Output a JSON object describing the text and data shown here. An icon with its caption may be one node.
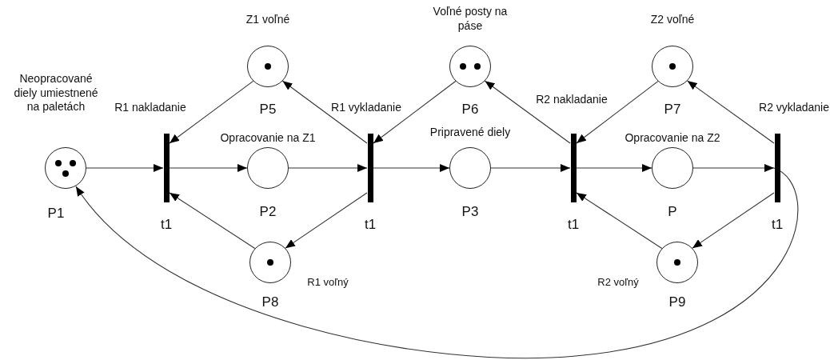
{
  "diagram": {
    "nodes": [
      {
        "text": [],
        "shape": "circle",
        "beside": [
          "Neopracované diely umiestnené na paletách",
          "P1"
        ]
      },
      {
        "text": [],
        "shape": "bar",
        "beside": [
          "R1 nakladanie",
          "t1"
        ]
      },
      {
        "text": [],
        "shape": "circle",
        "beside": [
          "Z1 voľné",
          "P5"
        ]
      },
      {
        "text": [],
        "shape": "circle",
        "beside": [
          "Opracovanie na Z1",
          "P2"
        ]
      },
      {
        "text": [],
        "shape": "circle",
        "beside": [
          "R1 voľný",
          "P8"
        ]
      },
      {
        "text": [],
        "shape": "bar",
        "beside": [
          "R1 vykladanie",
          "t1"
        ]
      },
      {
        "text": [],
        "shape": "circle",
        "beside": [
          "Voľné posty na páse",
          "P6"
        ]
      },
      {
        "text": [],
        "shape": "circle",
        "beside": [
          "Pripravené diely",
          "P3"
        ]
      },
      {
        "text": [],
        "shape": "bar",
        "beside": [
          "R2 nakladanie",
          "t1"
        ]
      },
      {
        "text": [],
        "shape": "circle",
        "beside": [
          "Z2 voľné",
          "P7"
        ]
      },
      {
        "text": [],
        "shape": "circle",
        "beside": [
          "Opracovanie na Z2",
          "P"
        ]
      },
      {
        "text": [],
        "shape": "circle",
        "beside": [
          "R2 voľný",
          "P9"
        ]
      },
      {
        "text": [],
        "shape": "bar",
        "beside": [
          "R2 vykladanie",
          "t1"
        ]
      }
    ],
    "edges": [
      {
        "from": 0,
        "to": 1,
        "arrow": "to"
      },
      {
        "from": 2,
        "to": 1,
        "arrow": "to"
      },
      {
        "from": 4,
        "to": 1,
        "arrow": "to"
      },
      {
        "from": 1,
        "to": 3,
        "arrow": "to"
      },
      {
        "from": 3,
        "to": 5,
        "arrow": "to"
      },
      {
        "from": 5,
        "to": 2,
        "arrow": "to"
      },
      {
        "from": 5,
        "to": 4,
        "arrow": "to"
      },
      {
        "from": 6,
        "to": 5,
        "arrow": "to"
      },
      {
        "from": 5,
        "to": 7,
        "arrow": "to"
      },
      {
        "from": 7,
        "to": 8,
        "arrow": "to"
      },
      {
        "from": 8,
        "to": 6,
        "arrow": "to"
      },
      {
        "from": 9,
        "to": 8,
        "arrow": "to"
      },
      {
        "from": 11,
        "to": 8,
        "arrow": "to"
      },
      {
        "from": 8,
        "to": 10,
        "arrow": "to"
      },
      {
        "from": 10,
        "to": 12,
        "arrow": "to"
      },
      {
        "from": 12,
        "to": 9,
        "arrow": "to"
      },
      {
        "from": 12,
        "to": 11,
        "arrow": "to"
      },
      {
        "from": 12,
        "to": 0,
        "arrow": "to"
      }
    ]
  }
}
